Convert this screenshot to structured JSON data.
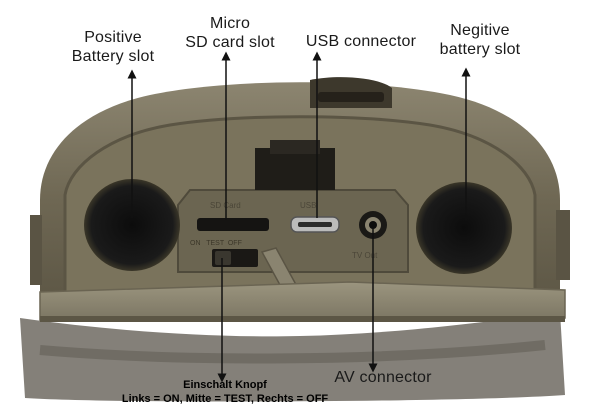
{
  "labels": {
    "positive_slot": [
      "Positive",
      "Battery slot"
    ],
    "micro_sd_slot": [
      "Micro",
      "SD card slot"
    ],
    "usb_connector": "USB connector",
    "negative_slot": [
      "Negitive",
      "battery slot"
    ],
    "av_connector": "AV connector",
    "power_switch": [
      "Einschalt Knopf",
      "Links = ON, Mitte = TEST, Rechts = OFF"
    ]
  },
  "embossed": {
    "sd": "SD Card",
    "usb": "USB",
    "mode": "ON   TEST  OFF",
    "tv": "TV Out"
  },
  "colors": {
    "housing_outer": "#6b6450",
    "housing_inner": "#7a735c",
    "cavity": "#5e5846",
    "base_plate": "#8a8470",
    "hole": "#141414",
    "arrow": "#111111",
    "fabric": "#6f6a62"
  }
}
